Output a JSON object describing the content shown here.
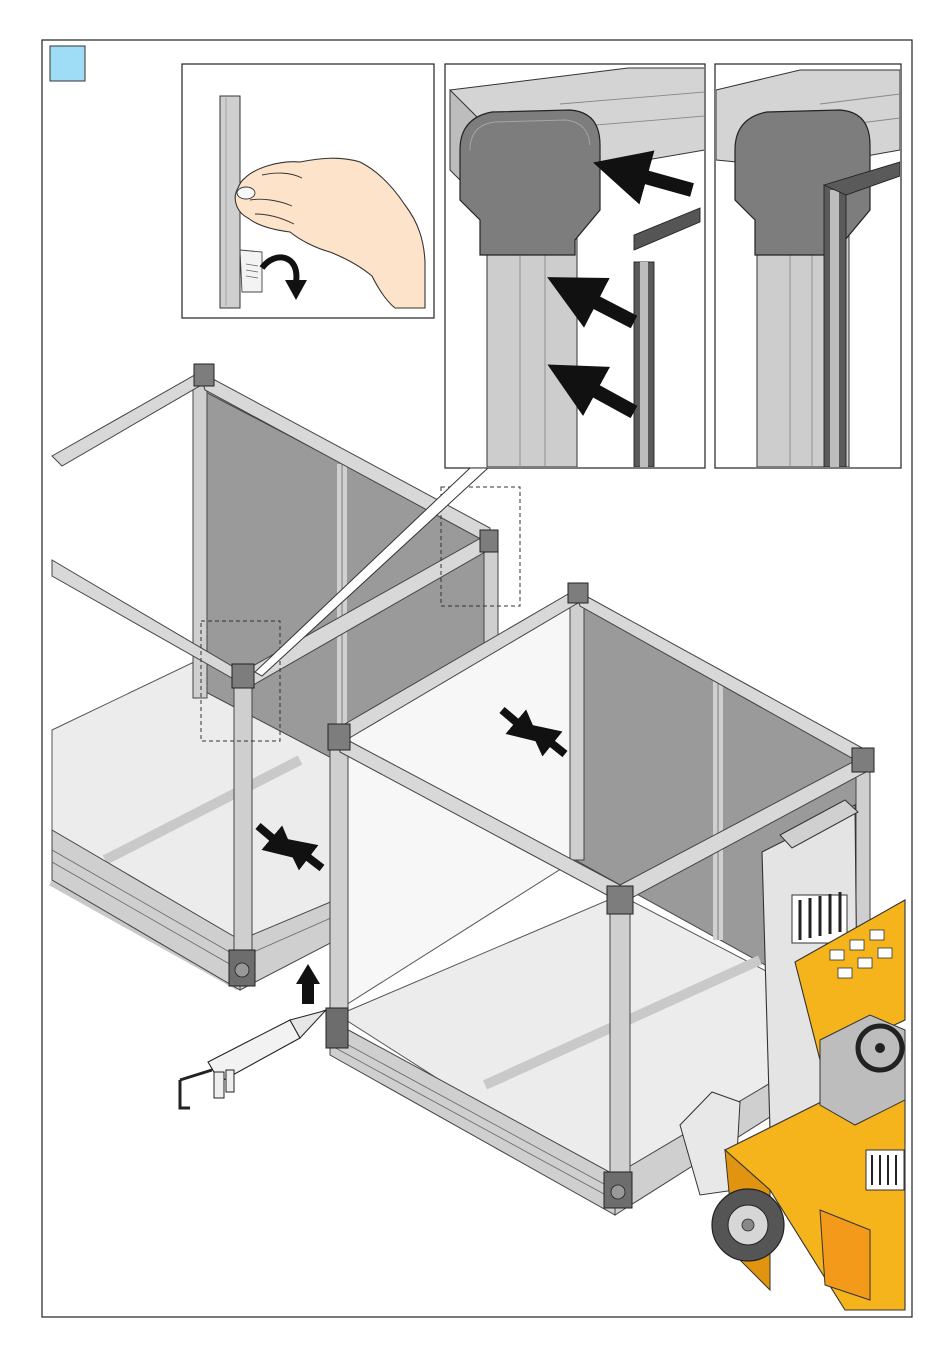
{
  "page": {
    "step_marker_color": "#9fdcf5",
    "frame_color": "#c9c9c9",
    "wall_color": "#9a9a9a",
    "floor_color": "#ececec",
    "corner_color": "#7a7a7a",
    "forklift_color": "#f5b31c",
    "forklift_shade": "#e0940f"
  },
  "panels": [
    {
      "id": "detail-tape",
      "icons": [
        "hand-icon",
        "peel-arrow-icon"
      ]
    },
    {
      "id": "detail-gasket-insert",
      "icons": [
        "push-arrow-icon"
      ]
    },
    {
      "id": "detail-gasket-installed",
      "icons": []
    }
  ],
  "main": {
    "icons": [
      "press-arrows-icon",
      "sealant-gun-icon",
      "lift-arrow-icon",
      "forklift-icon"
    ]
  }
}
